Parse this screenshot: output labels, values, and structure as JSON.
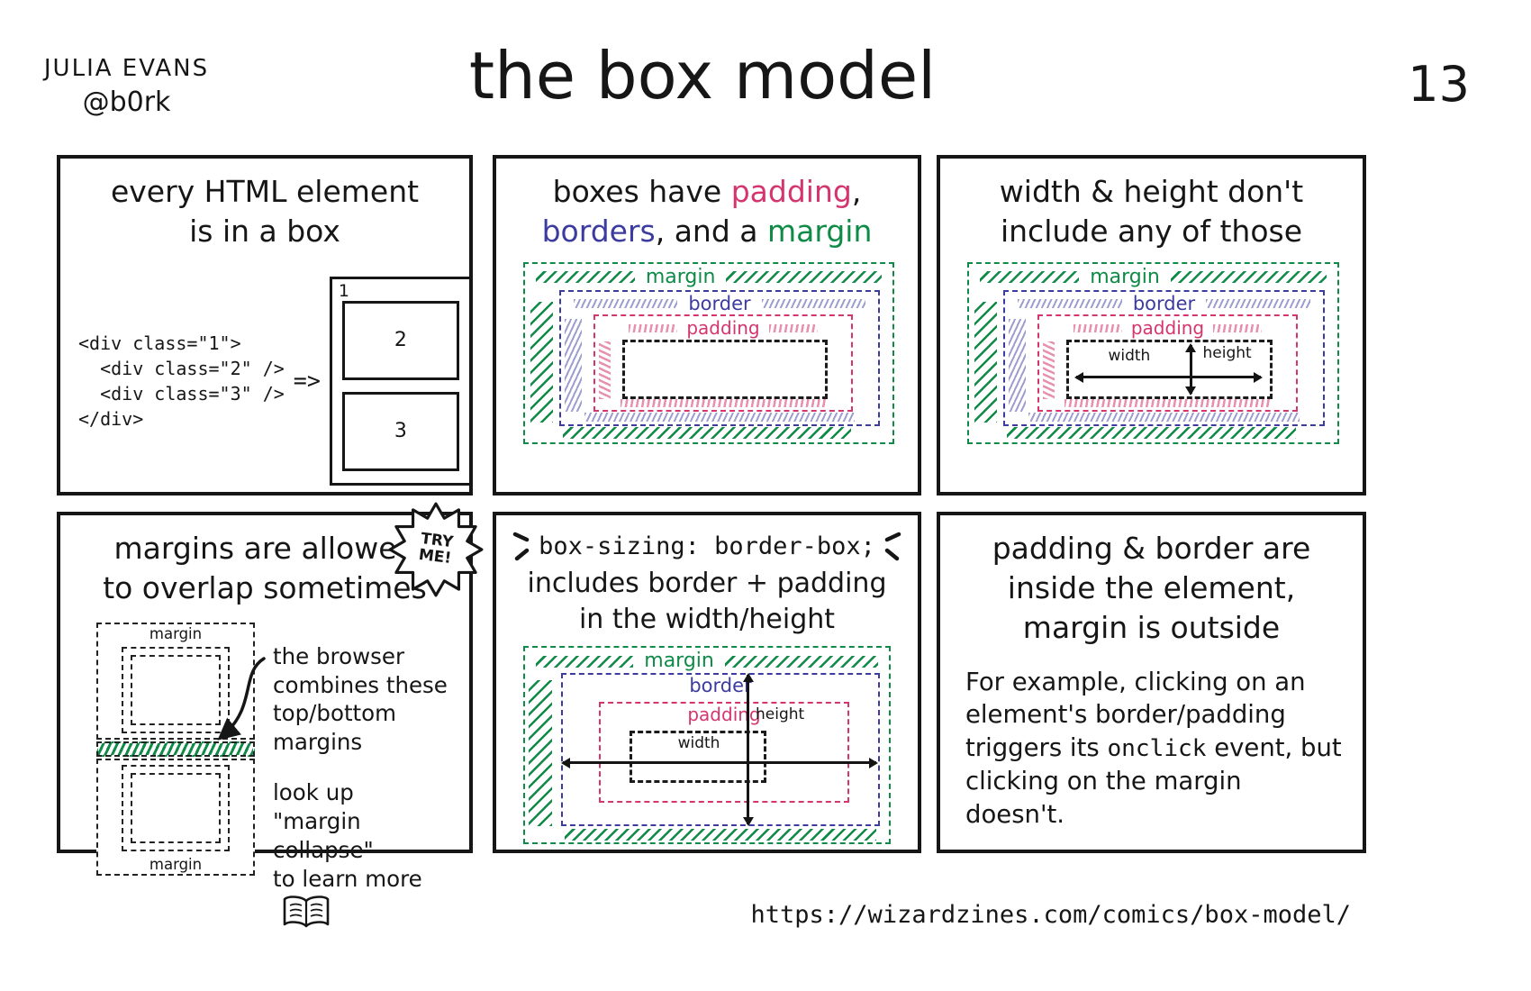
{
  "header": {
    "author_line1": "JULIA EVANS",
    "author_line2": "@b0rk",
    "title": "the box model",
    "page_number": "13"
  },
  "footer": {
    "url": "https://wizardzines.com/comics/box-model/"
  },
  "colors": {
    "ink": "#161616",
    "padding_pink": "#d5356e",
    "border_blue": "#3c3ca0",
    "margin_green": "#0f8a47"
  },
  "panel1": {
    "heading_line1": "every HTML element",
    "heading_line2": "is in a box",
    "code": "<div class=\"1\">\n  <div class=\"2\" />\n  <div class=\"3\" />\n</div>",
    "arrow": "=>",
    "outer_box_label": "1",
    "box2_label": "2",
    "box3_label": "3"
  },
  "panel2": {
    "heading_line1": [
      {
        "t": "boxes have "
      },
      {
        "t": "padding",
        "c": "pink"
      },
      {
        "t": ","
      }
    ],
    "heading_line2": [
      {
        "t": "borders",
        "c": "blue"
      },
      {
        "t": ", and a "
      },
      {
        "t": "margin",
        "c": "green"
      }
    ],
    "labels": {
      "margin": "margin",
      "border": "border",
      "padding": "padding"
    }
  },
  "panel3": {
    "heading_line1": "width & height don't",
    "heading_line2": "include any of those",
    "labels": {
      "margin": "margin",
      "border": "border",
      "padding": "padding",
      "width": "width",
      "height": "height"
    }
  },
  "panel4": {
    "heading_line1": "margins are allowed",
    "heading_line2": "to overlap sometimes",
    "starburst": "TRY ME!",
    "margin_label_top": "margin",
    "margin_label_bottom": "margin",
    "annotation_combine": "the browser\ncombines these\ntop/bottom margins",
    "annotation_lookup": "look up\n\"margin collapse\"\nto learn more"
  },
  "panel5": {
    "heading_code": "box-sizing: border-box;",
    "heading_line2": "includes border + padding",
    "heading_line3": "in the width/height",
    "labels": {
      "margin": "margin",
      "border": "border",
      "padding": "padding",
      "width": "width",
      "height": "height"
    }
  },
  "panel6": {
    "heading_line1": "padding & border are",
    "heading_line2": "inside the element,",
    "heading_line3": "margin is outside",
    "body_segments": [
      {
        "t": "For example, clicking on an element's border/padding triggers its "
      },
      {
        "t": "onclick",
        "mono": true
      },
      {
        "t": " event, but clicking on the margin doesn't."
      }
    ]
  }
}
